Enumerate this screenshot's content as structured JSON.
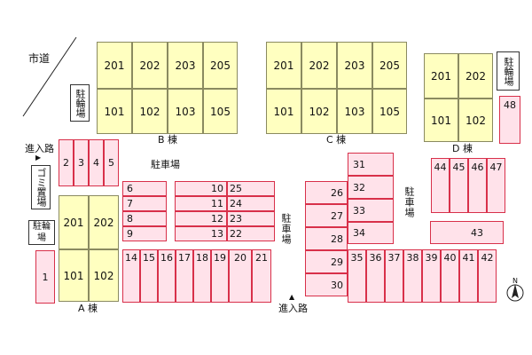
{
  "labels": {
    "city_road": "市道",
    "building_a": "A 棟",
    "building_b": "B 棟",
    "building_c": "C 棟",
    "building_d": "D 棟",
    "parking_top": "駐車場",
    "parking_mid": "駐車場",
    "parking_right": "駐車場",
    "entrance_left": "進入路",
    "entrance_bottom": "進入路",
    "garbage": "ゴミ置場",
    "bike_left": "駐輪場",
    "bike_b": "駐輪場",
    "bike_d": "駐輪場",
    "arrow_right": "▶",
    "arrow_up": "▲",
    "compass_n": "N"
  },
  "buildings": {
    "a": {
      "rooms": [
        "201",
        "202",
        "101",
        "102"
      ]
    },
    "b": {
      "rooms": [
        "201",
        "202",
        "203",
        "205",
        "101",
        "102",
        "103",
        "105"
      ]
    },
    "c": {
      "rooms": [
        "201",
        "202",
        "203",
        "205",
        "101",
        "102",
        "103",
        "105"
      ]
    },
    "d": {
      "rooms": [
        "201",
        "202",
        "101",
        "102"
      ]
    }
  },
  "parking": {
    "p1": "1",
    "p2": "2",
    "p3": "3",
    "p4": "4",
    "p5": "5",
    "p6": "6",
    "p7": "7",
    "p8": "8",
    "p9": "9",
    "p10": "10",
    "p11": "11",
    "p12": "12",
    "p13": "13",
    "p14": "14",
    "p15": "15",
    "p16": "16",
    "p17": "17",
    "p18": "18",
    "p19": "19",
    "p20": "20",
    "p21": "21",
    "p22": "22",
    "p23": "23",
    "p24": "24",
    "p25": "25",
    "p26": "26",
    "p27": "27",
    "p28": "28",
    "p29": "29",
    "p30": "30",
    "p31": "31",
    "p32": "32",
    "p33": "33",
    "p34": "34",
    "p35": "35",
    "p36": "36",
    "p37": "37",
    "p38": "38",
    "p39": "39",
    "p40": "40",
    "p41": "41",
    "p42": "42",
    "p43": "43",
    "p44": "44",
    "p45": "45",
    "p46": "46",
    "p47": "47",
    "p48": "48"
  }
}
